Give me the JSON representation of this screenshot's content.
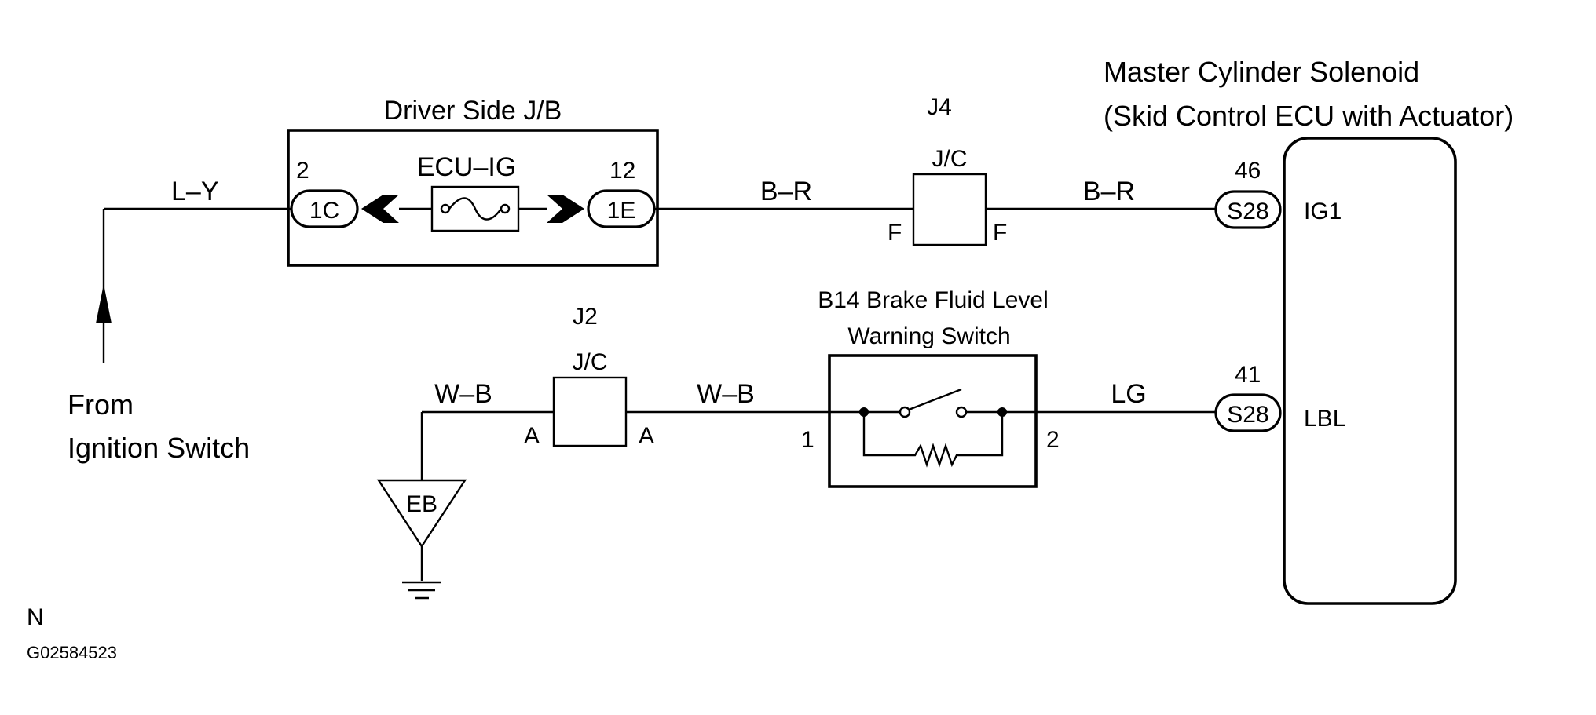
{
  "labels": {
    "title_line1": "Master Cylinder Solenoid",
    "title_line2": "(Skid Control ECU with Actuator)",
    "driver_jb": "Driver Side J/B",
    "fuse": "ECU–IG",
    "pin_2": "2",
    "pin_12": "12",
    "conn_1c": "1C",
    "conn_1e": "1E",
    "wire_ly": "L–Y",
    "wire_br_left": "B–R",
    "wire_br_right": "B–R",
    "j4": "J4",
    "j4_type": "J/C",
    "j4_left_pin": "F",
    "j4_right_pin": "F",
    "pin_46": "46",
    "conn_s28_top": "S28",
    "ig1": "IG1",
    "from_line1": "From",
    "from_line2": "Ignition Switch",
    "b14_line1": "B14  Brake Fluid Level",
    "b14_line2": "Warning Switch",
    "j2": "J2",
    "j2_type": "J/C",
    "j2_left_pin": "A",
    "j2_right_pin": "A",
    "wire_wb_left": "W–B",
    "wire_wb_right": "W–B",
    "sw_pin_1": "1",
    "sw_pin_2": "2",
    "wire_lg": "LG",
    "pin_41": "41",
    "conn_s28_bottom": "S28",
    "lbl": "LBL",
    "ground": "EB",
    "corner_n": "N",
    "code": "G02584523"
  }
}
